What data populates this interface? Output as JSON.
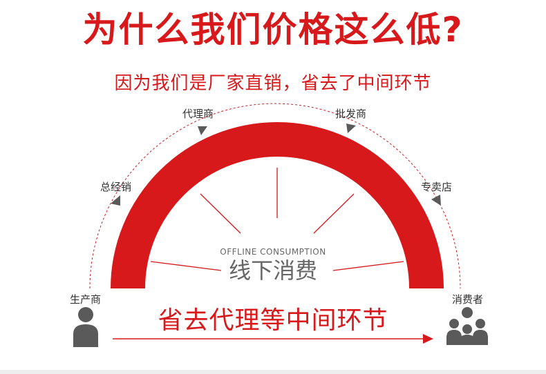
{
  "headline": "为什么我们价格这么低?",
  "subline": "因为我们是厂家直销，省去了中间环节",
  "nodes": {
    "producer": "生产商",
    "distributor": "总经销",
    "agent": "代理商",
    "wholesaler": "批发商",
    "store": "专卖店",
    "consumer": "消费者"
  },
  "center": {
    "en": "OFFLINE CONSUMPTION",
    "cn": "线下消费"
  },
  "bottom_text": "省去代理等中间环节",
  "colors": {
    "accent": "#d8191b",
    "icon": "#5a5a5a",
    "text_gray": "#666666"
  }
}
